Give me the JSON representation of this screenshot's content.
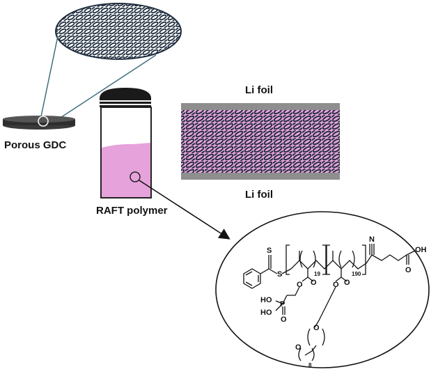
{
  "labels": {
    "porous_gdc": "Porous GDC",
    "raft_polymer": "RAFT polymer",
    "li_foil_top": "Li foil",
    "li_foil_bottom": "Li foil"
  },
  "structure": {
    "sulfur_top": "S",
    "sulfur_chain": "S",
    "nitrile_n": "N",
    "acid_oh": "OH",
    "acid_o": "O",
    "phos_ho_1": "HO",
    "phos_ho_2": "HO",
    "phos_p": "P",
    "phos_o": "O",
    "ester_o_1": "O",
    "ester_o_2": "O",
    "ester_carbonyl_1": "O",
    "ester_carbonyl_2": "O",
    "peg_o_1": "O",
    "peg_o_2": "O",
    "repeat_n_1": "19",
    "repeat_n_2": "190",
    "repeat_n_3": "8"
  },
  "colors": {
    "polymer_pink": "#e6a2db",
    "mesh_dark": "#1f2d3d",
    "foil_gray": "#8e8e8e",
    "callout_line": "#3f6e7e"
  }
}
